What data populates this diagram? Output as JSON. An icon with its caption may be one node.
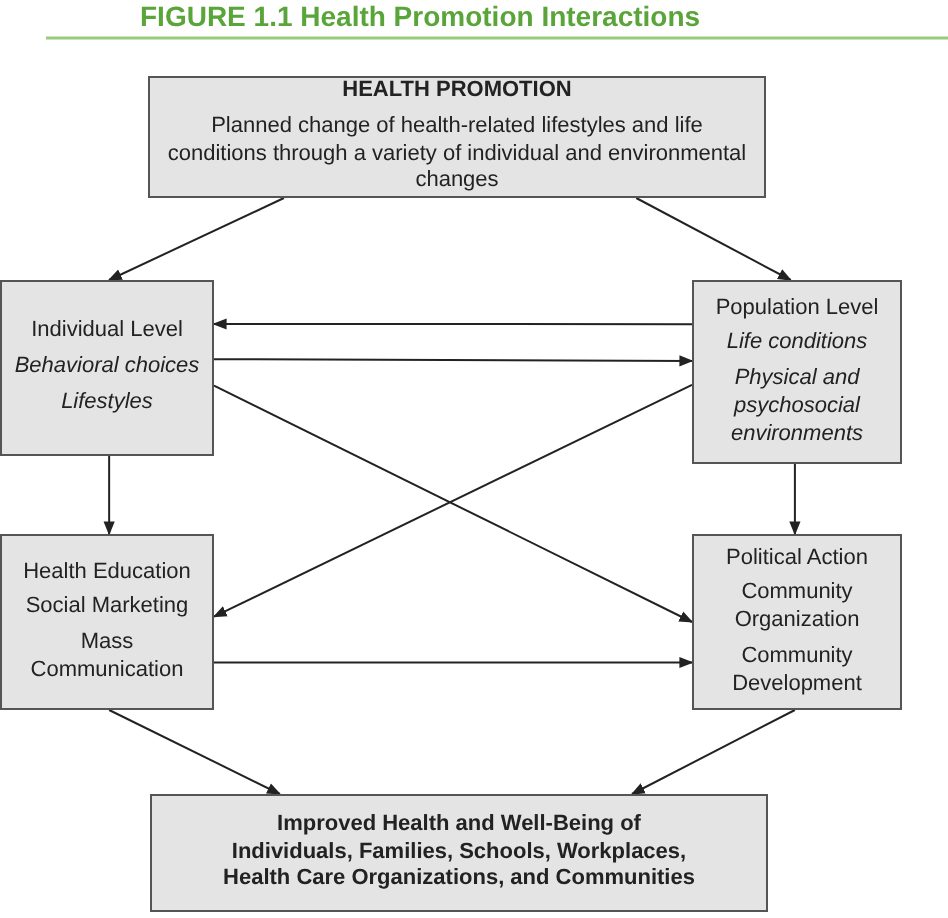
{
  "diagram": {
    "title": "FIGURE 1.1 Health Promotion Interactions",
    "nodes": [
      {
        "text": [
          "HEALTH PROMOTION",
          "Planned change of health-related lifestyles and life conditions through a variety of individual and environmental changes"
        ]
      },
      {
        "text": [
          "Individual Level",
          "Behavioral choices",
          "Lifestyles"
        ]
      },
      {
        "text": [
          "Population Level",
          "Life conditions",
          "Physical and psychosocial environments"
        ]
      },
      {
        "text": [
          "Health Education",
          "Social Marketing",
          "Mass Communication"
        ]
      },
      {
        "text": [
          "Political Action",
          "Community Organization",
          "Community Development"
        ]
      },
      {
        "text": [
          "Improved Health and Well-Being of Individuals, Families, Schools, Workplaces, Health Care Organizations, and Communities"
        ]
      }
    ],
    "edges": [
      {
        "from": 0,
        "to": 1,
        "arrow": "to"
      },
      {
        "from": 0,
        "to": 2,
        "arrow": "to"
      },
      {
        "from": 2,
        "to": 1,
        "arrow": "to"
      },
      {
        "from": 1,
        "to": 2,
        "arrow": "to"
      },
      {
        "from": 1,
        "to": 4,
        "arrow": "to"
      },
      {
        "from": 2,
        "to": 3,
        "arrow": "to"
      },
      {
        "from": 1,
        "to": 3,
        "arrow": "to"
      },
      {
        "from": 2,
        "to": 4,
        "arrow": "to"
      },
      {
        "from": 3,
        "to": 4,
        "arrow": "to"
      },
      {
        "from": 3,
        "to": 5,
        "arrow": "to"
      },
      {
        "from": 4,
        "to": 5,
        "arrow": "to"
      }
    ]
  }
}
